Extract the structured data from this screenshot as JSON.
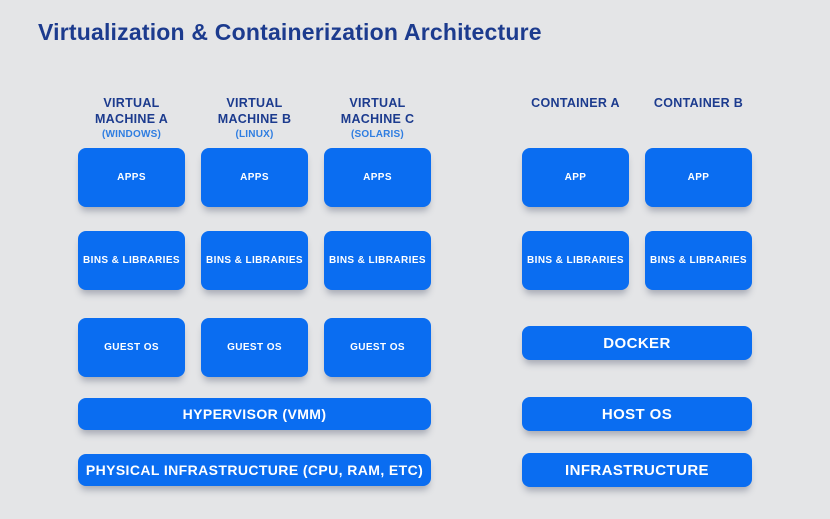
{
  "title": "Virtualization & Containerization Architecture",
  "colors": {
    "background": "#e4e5e7",
    "box_blue": "#0a6df1",
    "heading_navy": "#1c3b8e",
    "subtitle_blue": "#2e7de1",
    "box_text": "#ffffff"
  },
  "virtualization": {
    "columns": [
      {
        "title": "VIRTUAL MACHINE A",
        "subtitle": "(WINDOWS)",
        "boxes": [
          "APPS",
          "BINS & LIBRARIES",
          "GUEST OS"
        ]
      },
      {
        "title": "VIRTUAL MACHINE B",
        "subtitle": "(LINUX)",
        "boxes": [
          "APPS",
          "BINS & LIBRARIES",
          "GUEST OS"
        ]
      },
      {
        "title": "VIRTUAL MACHINE C",
        "subtitle": "(SOLARIS)",
        "boxes": [
          "APPS",
          "BINS & LIBRARIES",
          "GUEST OS"
        ]
      }
    ],
    "bars": [
      "HYPERVISOR (VMM)",
      "PHYSICAL INFRASTRUCTURE (CPU, RAM, ETC)"
    ]
  },
  "containerization": {
    "columns": [
      {
        "title": "CONTAINER A",
        "boxes": [
          "APP",
          "BINS & LIBRARIES"
        ]
      },
      {
        "title": "CONTAINER B",
        "boxes": [
          "APP",
          "BINS & LIBRARIES"
        ]
      }
    ],
    "bars": [
      "DOCKER",
      "HOST OS",
      "INFRASTRUCTURE"
    ]
  }
}
